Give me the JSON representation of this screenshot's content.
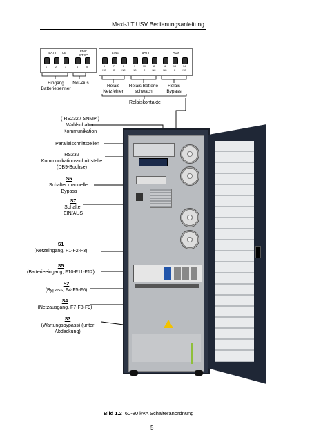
{
  "header": {
    "title": "Maxi-J T USV Bedienungsanleitung"
  },
  "terminals": {
    "groups": [
      "BATT",
      "CB",
      "EMC STOP",
      "LINE",
      "BATT",
      "AUX"
    ],
    "numbers": [
      "1",
      "2",
      "3",
      "4",
      "5",
      "6",
      "7",
      "8",
      "9",
      "10",
      "11",
      "12",
      "13",
      "14"
    ],
    "contacts": [
      "NO",
      "C",
      "NC",
      "NO",
      "C",
      "NC",
      "NO",
      "C",
      "NC"
    ],
    "below": [
      {
        "text": "Eingang Batterietrenner"
      },
      {
        "text": "Not-Aus"
      },
      {
        "text": "Relais Netzfehler"
      },
      {
        "text": "Relais Batterie schwach"
      },
      {
        "text": "Relais Bypass"
      }
    ],
    "relais_title": "Relaiskontakte"
  },
  "callouts": {
    "rs232_snmp": "( RS232 / SNMP ) Wahlschalter Kommunikation",
    "parallel": "Parallelschnittstellen",
    "rs232_if": "RS232 Kommunikationsschnittstelle (DB9-Buchse)",
    "s6_code": "S6",
    "s6_text": "Schalter manueller Bypass",
    "s7_code": "S7",
    "s7_text": "Schalter EIN/AUS",
    "s1_code": "S1",
    "s1_text": "(Netzeingang, F1-F2-F3)",
    "s5_code": "S5",
    "s5_text": "(Batterieeingang, F10-F11-F12)",
    "s2_code": "S2",
    "s2_text": "(Bypass, F4-F5-F6)",
    "s4_code": "S4",
    "s4_text": "(Netzausgang, F7-F8-F9)",
    "s3_code": "S3",
    "s3_text": "(Wartungsbypass) (unter Abdeckung)"
  },
  "caption": {
    "label": "Bild 1.2",
    "text": "60-80 kVA Schalteranordnung"
  },
  "page_number": "5"
}
